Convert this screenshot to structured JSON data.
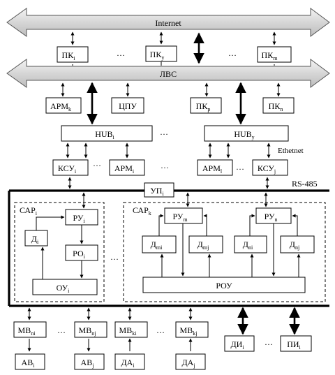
{
  "diagram": {
    "internet": "Internet",
    "lan": "ЛВС",
    "rs485": "RS-485",
    "ethernet": "Ethetnet",
    "ellipsis": "…",
    "pc": "ПК",
    "arm": "АРМ",
    "cpu": "ЦПУ",
    "hub": "HUB",
    "ksu": "КСУ",
    "up": "УП",
    "sar": "САР",
    "ru": "РУ",
    "ro": "РО",
    "d": "Д",
    "ou": "ОУ",
    "rou": "РОУ",
    "mv": "МВ",
    "av": "АВ",
    "da": "ДА",
    "di": "ДИ",
    "pi": "ПИ",
    "sub": {
      "i": "i",
      "j": "j",
      "k": "k",
      "l": "l",
      "m": "m",
      "n": "n",
      "p": "p",
      "mi": "mi",
      "mj": "mj",
      "ni": "ni",
      "nj": "nj",
      "ki": "ki",
      "kj": "kj"
    }
  }
}
